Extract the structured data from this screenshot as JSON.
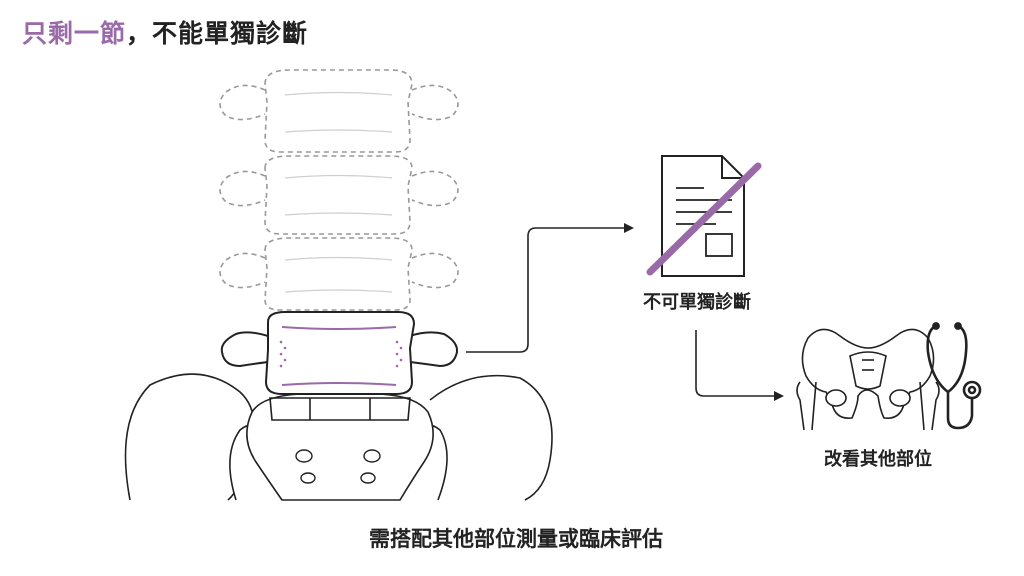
{
  "title": {
    "highlight": "只剩一節",
    "rest": "，不能單獨診斷"
  },
  "labels": {
    "no_single_diagnosis": "不可單獨診斷",
    "check_other_parts": "改看其他部位"
  },
  "caption": "需搭配其他部位測量或臨床評估",
  "colors": {
    "accent": "#9a6aa8",
    "line": "#222222",
    "dashed": "#999999",
    "text": "#222222"
  }
}
